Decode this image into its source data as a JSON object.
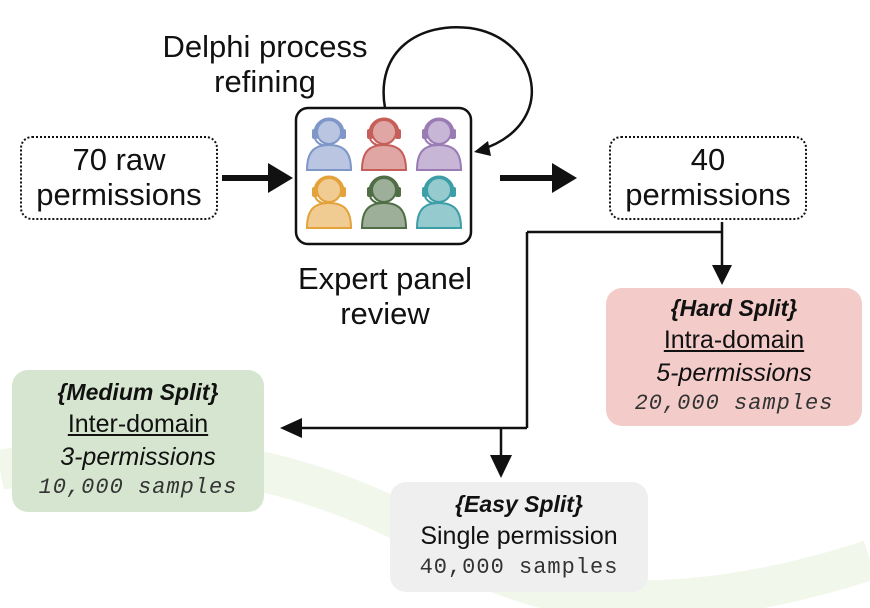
{
  "delphi_label": [
    "Delphi process",
    "refining"
  ],
  "raw_box": [
    "70 raw",
    "permissions"
  ],
  "refined_box": [
    "40",
    "permissions"
  ],
  "panel_label": [
    "Expert panel",
    "review"
  ],
  "colors": {
    "expert1": "#7f96c9",
    "expert2": "#c65e5a",
    "expert3": "#9a7bb4",
    "expert4": "#e3a23a",
    "expert5": "#4f6e45",
    "expert6": "#3e9ea7",
    "hard_bg": "#f3ccca",
    "medium_bg": "#d6e5cf",
    "easy_bg": "#efefef"
  },
  "splits": {
    "hard": {
      "title": "{Hard Split}",
      "domain": "Intra-domain",
      "perms": "5-permissions",
      "samples": "20,000 samples"
    },
    "medium": {
      "title": "{Medium Split}",
      "domain": "Inter-domain",
      "perms": "3-permissions",
      "samples": "10,000 samples"
    },
    "easy": {
      "title": "{Easy Split}",
      "desc": "Single permission",
      "samples": "40,000 samples"
    }
  }
}
